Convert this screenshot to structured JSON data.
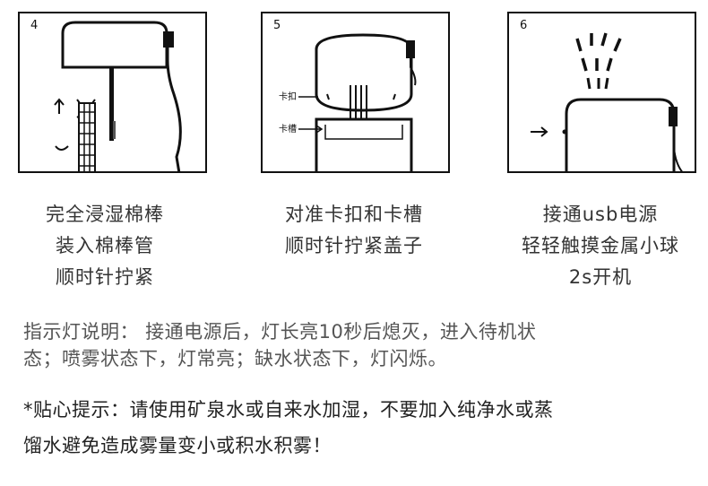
{
  "steps": [
    {
      "number": "4",
      "caption_lines": [
        "完全浸湿棉棒",
        "装入棉棒管",
        "顺时针拧紧"
      ]
    },
    {
      "number": "5",
      "label_top": "卡扣",
      "label_bottom": "卡槽",
      "caption_lines": [
        "对准卡扣和卡槽",
        "顺时针拧紧盖子"
      ]
    },
    {
      "number": "6",
      "caption_lines": [
        "接通usb电源",
        "轻轻触摸金属小球",
        "2s开机"
      ]
    }
  ],
  "indicator": {
    "lines": [
      "指示灯说明： 接通电源后，灯长亮10秒后熄灭，进入待机状",
      "态；喷雾状态下，灯常亮；缺水状态下，灯闪烁。"
    ]
  },
  "tip": {
    "lines": [
      "*贴心提示：请使用矿泉水或自来水加湿，不要加入纯净水或蒸",
      "馏水避免造成雾量变小或积水积雾！"
    ]
  }
}
